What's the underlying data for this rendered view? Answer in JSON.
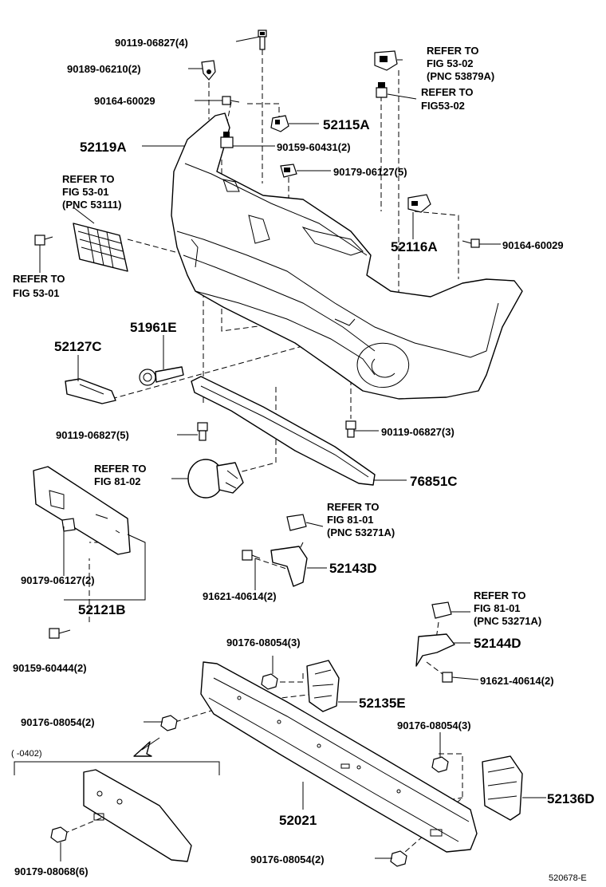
{
  "labels": {
    "l01": "90119-06827(4)",
    "l02": "90189-06210(2)",
    "l03": "90164-60029",
    "l04": "52119A",
    "l05": "REFER TO",
    "l06": "FIG 53-01",
    "l07": "(PNC 53111)",
    "l08": "REFER TO",
    "l09": "FIG 53-01",
    "l10": "REFER TO",
    "l11": "FIG 53-02",
    "l12": "(PNC 53879A)",
    "l13": "REFER TO",
    "l14": "FIG53-02",
    "l15": "52115A",
    "l16": "90159-60431(2)",
    "l17": "90179-06127(5)",
    "l18": "52116A",
    "l19": "90164-60029",
    "l20": "51961E",
    "l21": "52127C",
    "l22": "90119-06827(5)",
    "l23": "90119-06827(3)",
    "l24": "REFER TO",
    "l25": "FIG 81-02",
    "l26": "76851C",
    "l27": "REFER TO",
    "l28": "FIG 81-01",
    "l29": "(PNC 53271A)",
    "l30": "52143D",
    "l31": "90179-06127(2)",
    "l32": "91621-40614(2)",
    "l33": "52121B",
    "l34": "REFER TO",
    "l35": "FIG 81-01",
    "l36": "(PNC 53271A)",
    "l37": "52144D",
    "l38": "90159-60444(2)",
    "l39": "91621-40614(2)",
    "l40": "90176-08054(3)",
    "l41": "52135E",
    "l42": "90176-08054(2)",
    "l43": "90176-08054(3)",
    "l44": "(    -0402)",
    "l45": "52136D",
    "l46": "52021",
    "l47": "90179-08068(6)",
    "l48": "90176-08054(2)",
    "l49": "520678-E"
  }
}
